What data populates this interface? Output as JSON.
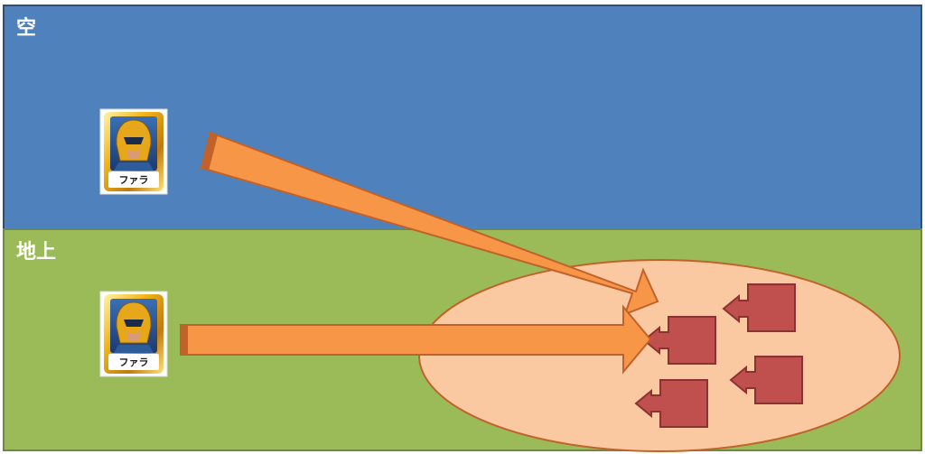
{
  "zones": {
    "sky": {
      "label": "空",
      "color": "#4f81bd",
      "border": "#2f4f7a"
    },
    "ground": {
      "label": "地上",
      "color": "#9bbb59",
      "border": "#6f8a3c"
    }
  },
  "hero": {
    "name": "ファラ",
    "icon": "pharah-hero-icon"
  },
  "arrow_color": "#f79646",
  "arrow_border": "#c0622a",
  "target_area_color": "#fac9a2",
  "target_area_border": "#c0622a",
  "enemy_color": "#c0504d",
  "enemy_border": "#8c3230",
  "enemy_count": 4
}
